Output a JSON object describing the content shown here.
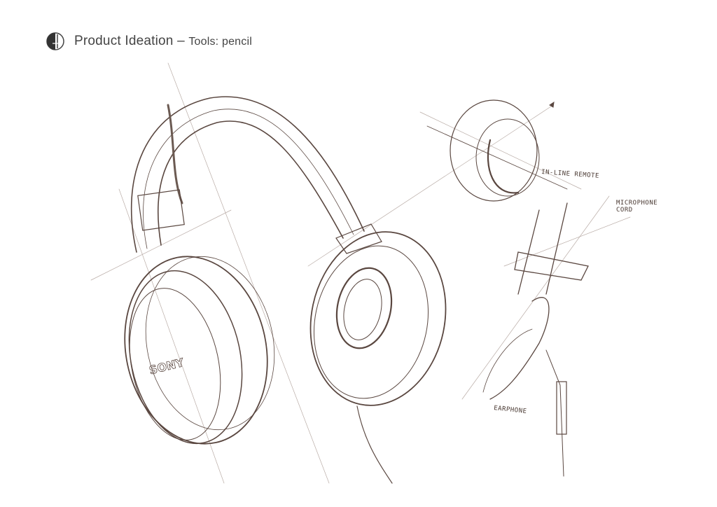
{
  "header": {
    "logo_icon": "half-filled-circle-logo",
    "title": "Product Ideation",
    "separator": "–",
    "subtitle": "Tools: pencil"
  },
  "sketch": {
    "subject": "headphones",
    "brand_mark": "SONY",
    "labels": {
      "inline_remote": "IN-LINE REMOTE",
      "microphone_line1": "MICROPHONE",
      "microphone_line2": "CORD",
      "earphone": "EARPHONE"
    },
    "ink_color": "#5a4740"
  }
}
